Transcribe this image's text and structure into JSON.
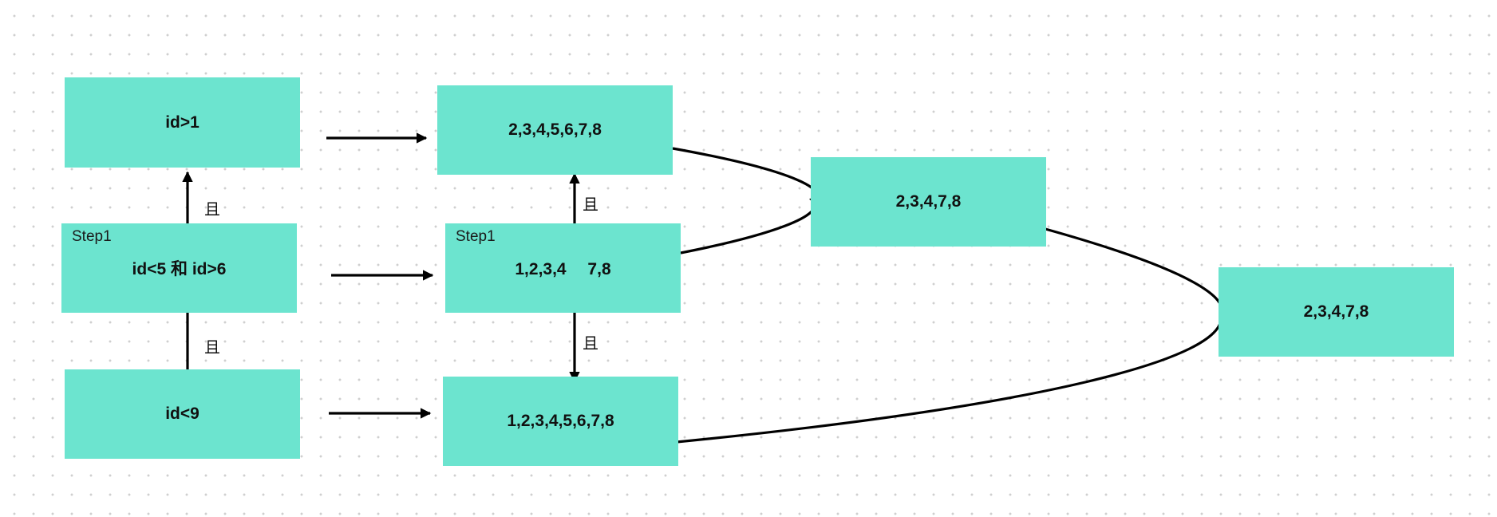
{
  "diagram": {
    "nodes": {
      "n_id_gt1": "id>1",
      "n_id_lt5_and_gt6": "id<5 和 id>6",
      "n_id_lt9": "id<9",
      "n_set_2_8": "2,3,4,5,6,7,8",
      "n_set_1234_78": "1,2,3,4　 7,8",
      "n_set_1_8": "1,2,3,4,5,6,7,8",
      "n_result_mid": "2,3,4,7,8",
      "n_result_final": "2,3,4,7,8"
    },
    "step_labels": {
      "left": "Step1",
      "middle": "Step1"
    },
    "edge_labels": {
      "left_up": "且",
      "left_down": "且",
      "mid_up": "且",
      "mid_down": "且"
    }
  },
  "colors": {
    "node_fill": "#6ce4cf",
    "edge": "#000000",
    "dot_grid": "#cfcfcf"
  }
}
